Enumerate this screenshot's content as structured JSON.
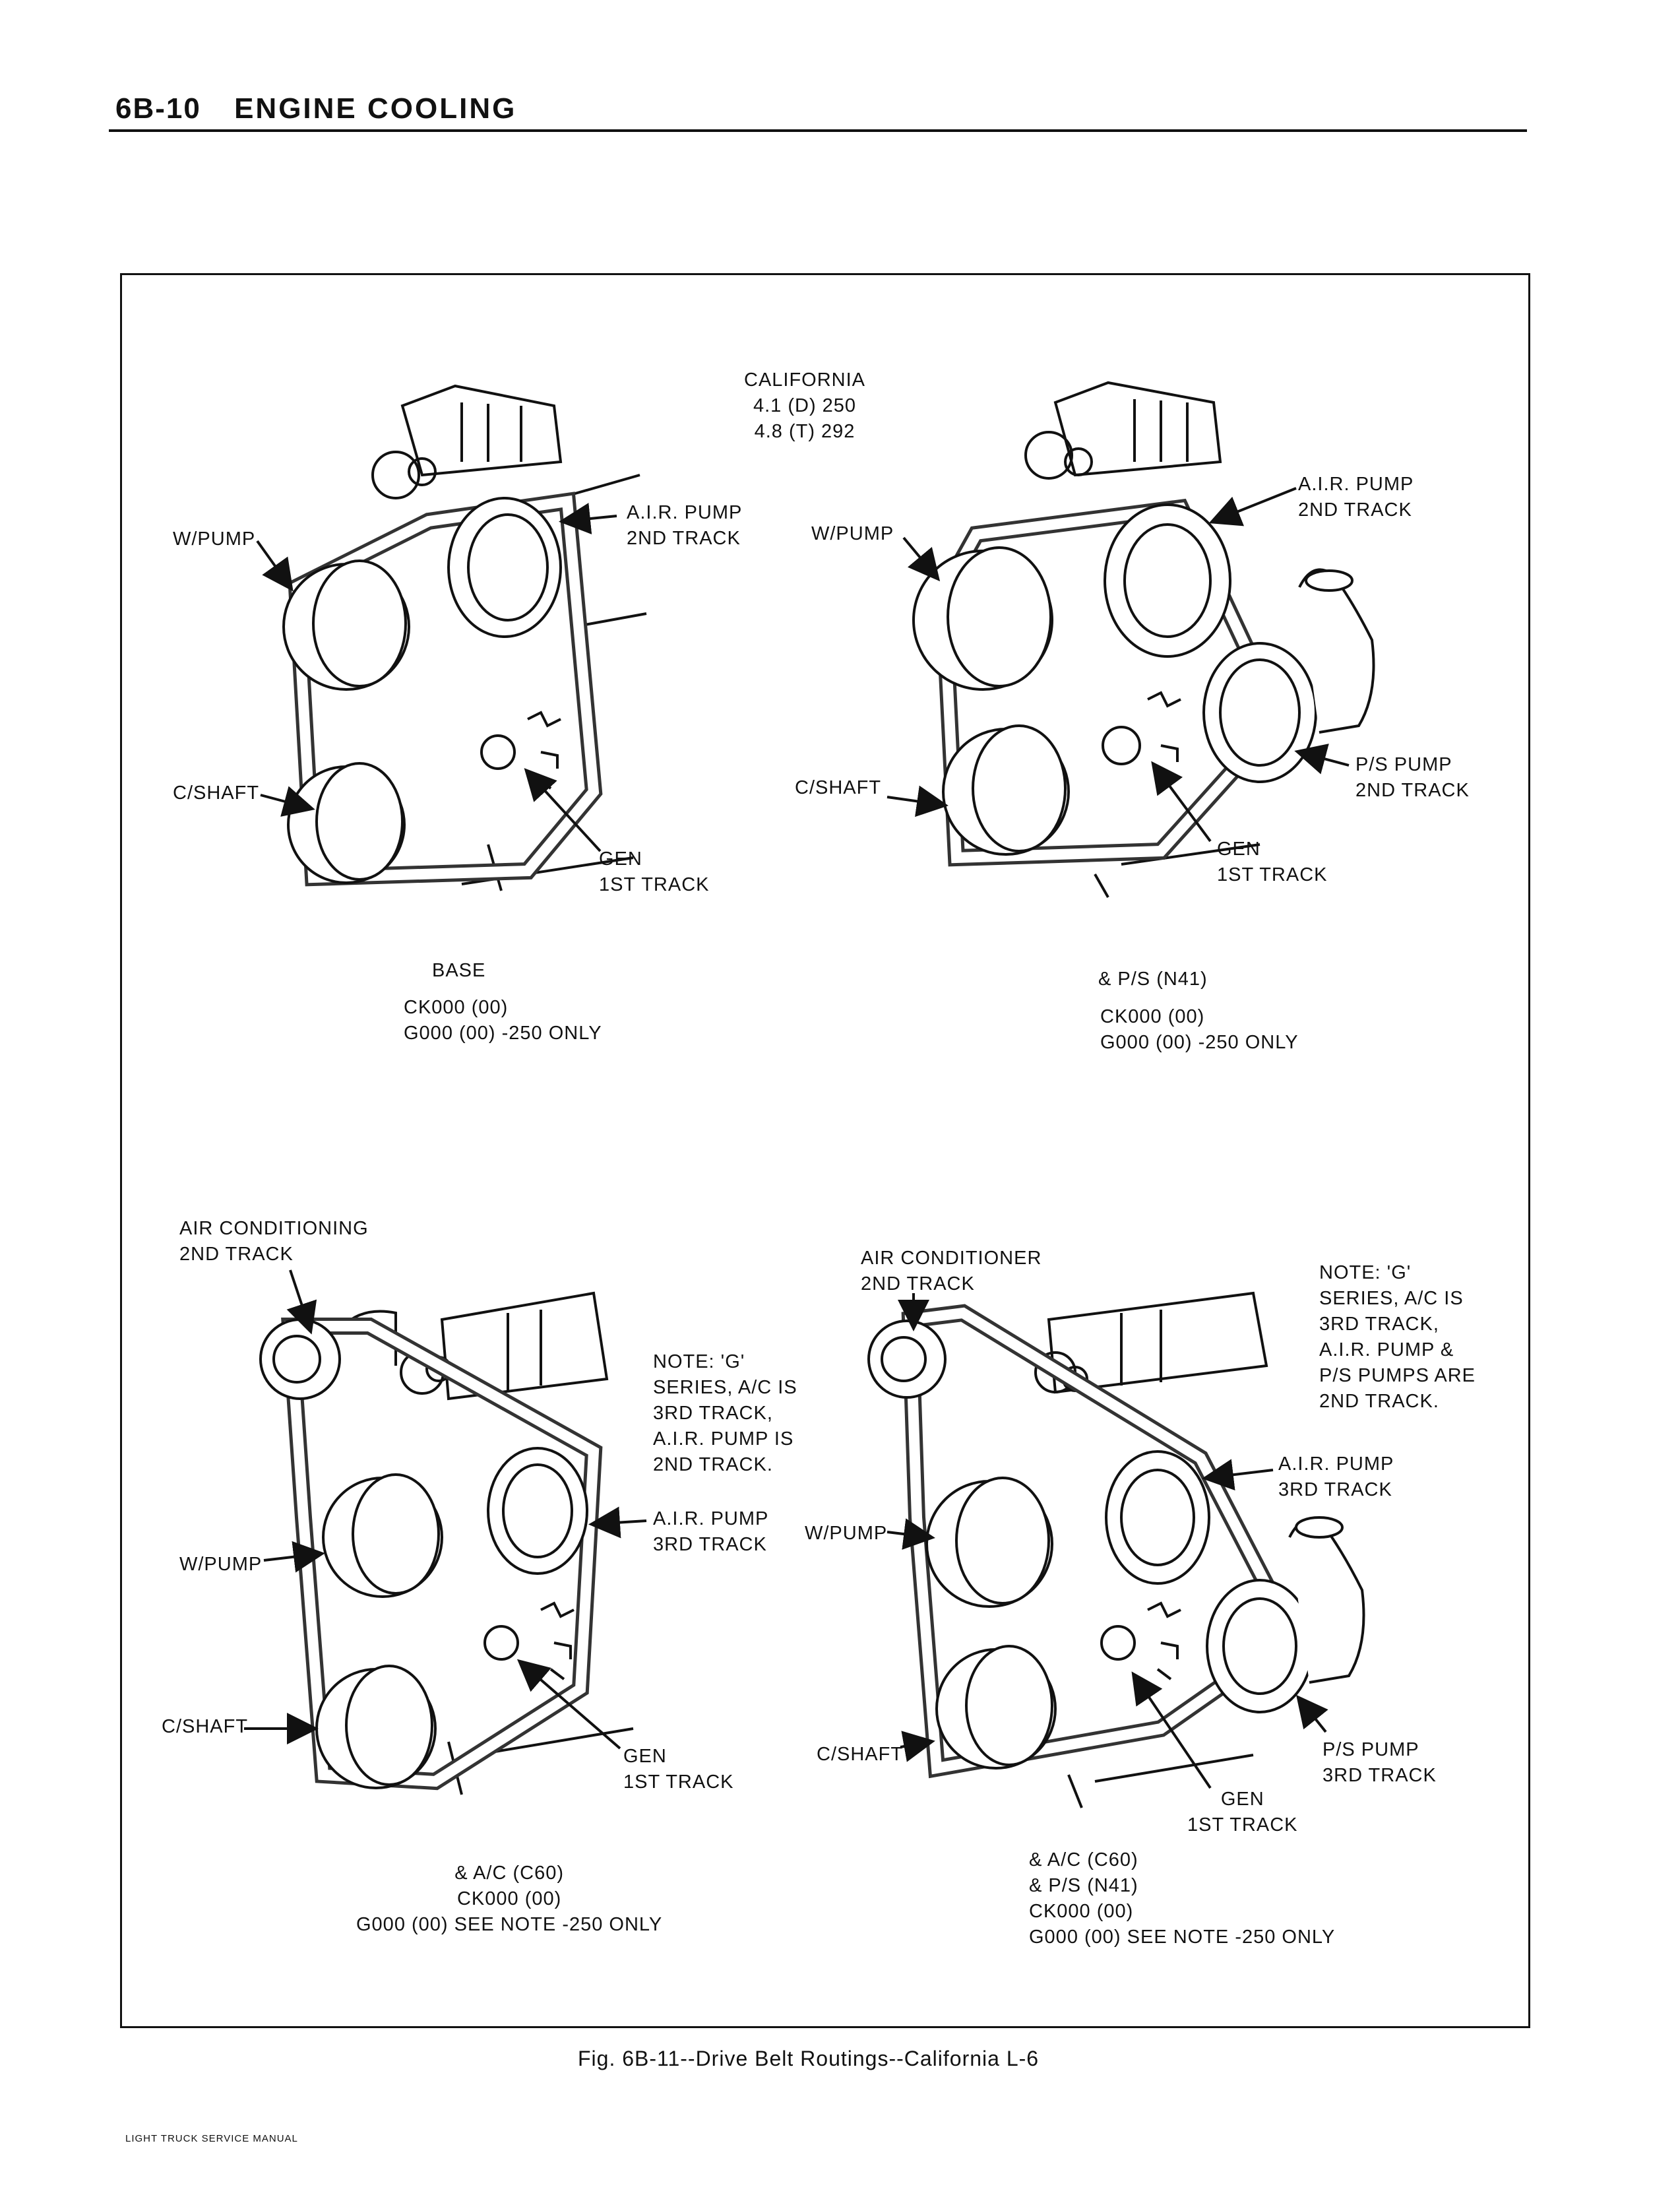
{
  "header": {
    "page_number": "6B-10",
    "section_title": "ENGINE COOLING"
  },
  "panels": {
    "top_left": {
      "w_pump": "W/PUMP",
      "c_shaft": "C/SHAFT",
      "air_pump": "A.I.R. PUMP\n2ND TRACK",
      "gen": "GEN\n1ST TRACK",
      "caption": "BASE",
      "codes": "CK000 (00)\nG000 (00) -250 ONLY"
    },
    "top_center": {
      "california": "CALIFORNIA\n4.1 (D) 250\n4.8 (T) 292"
    },
    "top_right": {
      "w_pump": "W/PUMP",
      "c_shaft": "C/SHAFT",
      "air_pump": "A.I.R. PUMP\n2ND TRACK",
      "ps_pump": "P/S PUMP\n2ND TRACK",
      "gen": "GEN\n1ST TRACK",
      "caption": "& P/S (N41)",
      "codes": "CK000 (00)\nG000 (00) -250 ONLY"
    },
    "bottom_left": {
      "air_conditioning": "AIR CONDITIONING\n2ND TRACK",
      "note": "NOTE: 'G'\nSERIES, A/C IS\n3RD TRACK,\nA.I.R. PUMP IS\n2ND TRACK.",
      "w_pump": "W/PUMP",
      "c_shaft": "C/SHAFT",
      "air_pump": "A.I.R. PUMP\n3RD TRACK",
      "gen": "GEN\n1ST TRACK",
      "caption": "& A/C (C60)\nCK000 (00)\nG000 (00) SEE NOTE -250 ONLY"
    },
    "bottom_right": {
      "air_conditioner": "AIR CONDITIONER\n2ND TRACK",
      "note": "NOTE: 'G'\nSERIES, A/C IS\n3RD TRACK,\nA.I.R. PUMP &\nP/S PUMPS ARE\n2ND TRACK.",
      "air_pump": "A.I.R. PUMP\n3RD TRACK",
      "w_pump": "W/PUMP",
      "c_shaft": "C/SHAFT",
      "ps_pump": "P/S PUMP\n3RD TRACK",
      "gen": "GEN\n1ST TRACK",
      "caption": "& A/C (C60)\n& P/S (N41)\nCK000 (00)\nG000 (00) SEE NOTE -250 ONLY"
    }
  },
  "figure_caption": "Fig. 6B-11--Drive Belt Routings--California L-6",
  "footer": "LIGHT TRUCK SERVICE MANUAL"
}
